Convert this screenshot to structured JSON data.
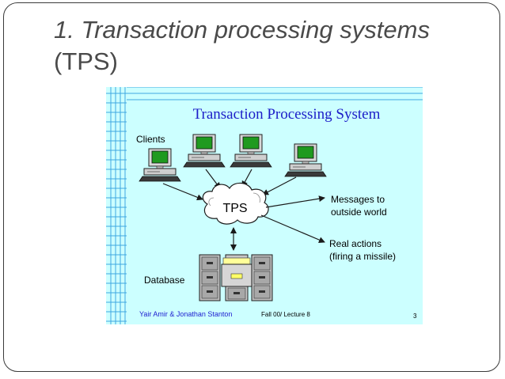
{
  "slide": {
    "title_line1": "1. Transaction  processing systems",
    "title_line2": "(TPS)"
  },
  "figure": {
    "title": "Transaction Processing System",
    "clients_label": "Clients",
    "center_label": "TPS",
    "database_label": "Database",
    "output1_line1": "Messages to",
    "output1_line2": "outside world",
    "output2_line1": "Real actions",
    "output2_line2": "(firing a missile)",
    "footer_authors": "Yair Amir & Jonathan Stanton",
    "footer_course": "Fall 00/ Lecture 8",
    "footer_page": "3"
  },
  "colors": {
    "figure_background": "#ccffff",
    "grid_line": "#3fa7e0",
    "title_text": "#1c1cc8",
    "footer_text": "#2020d0",
    "monitor_screen": "#1f9a1f"
  },
  "icons": [
    "computer-terminal-icon",
    "cloud-icon",
    "filing-cabinet-icon",
    "file-folder-icon"
  ]
}
